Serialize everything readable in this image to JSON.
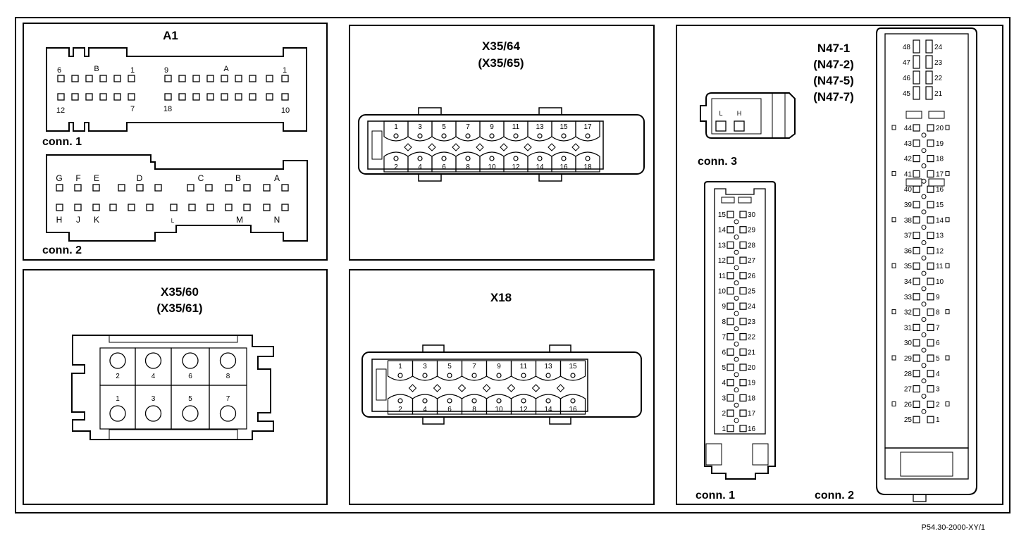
{
  "figure_id": "P54.30-2000-XY/1",
  "panels": {
    "a1": {
      "title": "A1",
      "conn1_label": "conn. 1",
      "conn2_label": "conn. 2",
      "c1_labels": [
        "6",
        "B",
        "1",
        "9",
        "A",
        "1",
        "12",
        "7",
        "18",
        "10"
      ],
      "c2_top": [
        "G",
        "F",
        "E",
        "D",
        "C",
        "B",
        "A"
      ],
      "c2_bottom": [
        "H",
        "J",
        "K",
        "L",
        "M",
        "N"
      ]
    },
    "x35_64": {
      "title": "X35/64",
      "subtitle": "(X35/65)",
      "top_pins": [
        "1",
        "3",
        "5",
        "7",
        "9",
        "11",
        "13",
        "15",
        "17"
      ],
      "bottom_pins": [
        "2",
        "4",
        "6",
        "8",
        "10",
        "12",
        "14",
        "16",
        "18"
      ]
    },
    "x35_60": {
      "title": "X35/60",
      "subtitle": "(X35/61)",
      "top_pins": [
        "2",
        "4",
        "6",
        "8"
      ],
      "bottom_pins": [
        "1",
        "3",
        "5",
        "7"
      ]
    },
    "x18": {
      "title": "X18",
      "top_pins": [
        "1",
        "3",
        "5",
        "7",
        "9",
        "11",
        "13",
        "15"
      ],
      "bottom_pins": [
        "2",
        "4",
        "6",
        "8",
        "10",
        "12",
        "14",
        "16"
      ]
    },
    "n47": {
      "titles": [
        "N47-1",
        "(N47-2)",
        "(N47-5)",
        "(N47-7)"
      ],
      "conn3_label": "conn. 3",
      "conn3_pins": [
        "L",
        "H"
      ],
      "conn1_label": "conn. 1",
      "conn2_label": "conn. 2",
      "c1_left": [
        "15",
        "14",
        "13",
        "12",
        "11",
        "10",
        "9",
        "8",
        "7",
        "6",
        "5",
        "4",
        "3",
        "2",
        "1"
      ],
      "c1_right": [
        "30",
        "29",
        "28",
        "27",
        "26",
        "25",
        "24",
        "23",
        "22",
        "21",
        "20",
        "19",
        "18",
        "17",
        "16"
      ],
      "c2_upper_left": [
        "48",
        "47",
        "46",
        "45"
      ],
      "c2_upper_right": [
        "24",
        "23",
        "22",
        "21"
      ],
      "c2_left": [
        "44",
        "43",
        "42",
        "41",
        "40",
        "39",
        "38",
        "37",
        "36",
        "35",
        "34",
        "33",
        "32",
        "31",
        "30",
        "29",
        "28",
        "27",
        "26",
        "25"
      ],
      "c2_right": [
        "20",
        "19",
        "18",
        "17",
        "16",
        "15",
        "14",
        "13",
        "12",
        "11",
        "10",
        "9",
        "8",
        "7",
        "6",
        "5",
        "4",
        "3",
        "2",
        "1"
      ]
    }
  }
}
